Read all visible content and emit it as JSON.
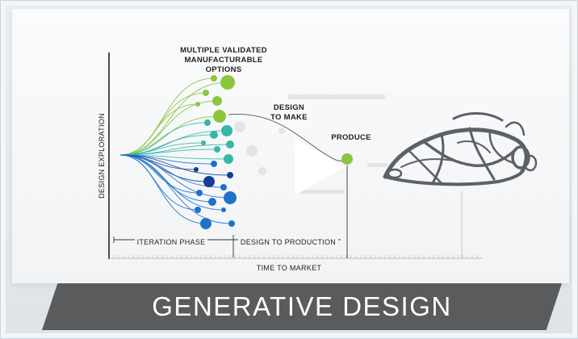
{
  "diagram": {
    "multiple_options_label": "MULTIPLE VALIDATED\nMANUFACTURABLE OPTIONS",
    "design_to_make_label": "DESIGN\nTO MAKE",
    "produce_label": "PRODUCE",
    "y_axis_label": "DESIGN EXPLORATION",
    "iteration_phase_label": "ITERATION PHASE",
    "design_to_production_label": "DESIGN TO PRODUCTION",
    "time_to_market_label": "TIME TO MARKET"
  },
  "banner": {
    "title": "GENERATIVE DESIGN"
  },
  "colors": {
    "green": "#8cc63f",
    "teal": "#35b7a9",
    "blue": "#1e73c8",
    "navy": "#123f8f",
    "banner": "#5a5b5d"
  },
  "icons": {
    "play": "play-icon"
  }
}
